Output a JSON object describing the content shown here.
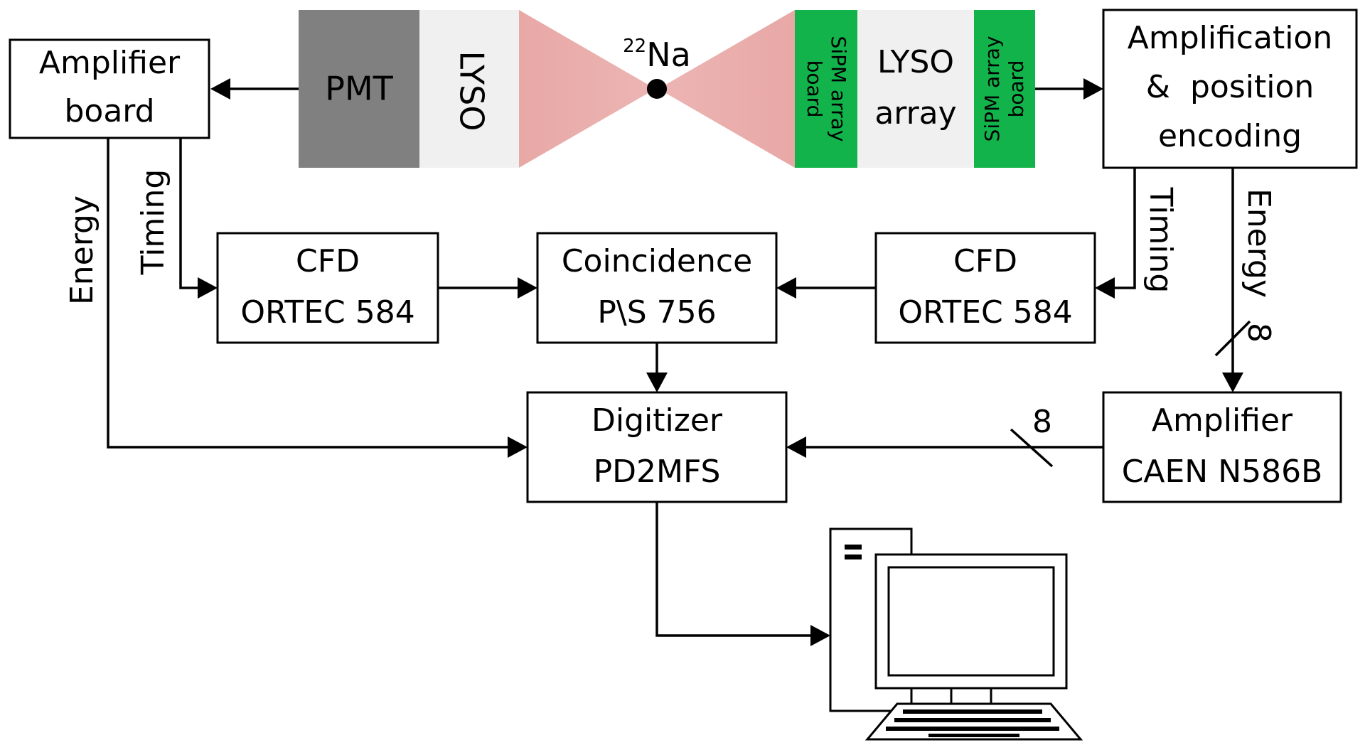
{
  "colors": {
    "pmt": "#808080",
    "lyso": "#f0f0f0",
    "sipm": "#12b34a",
    "cone": "#e8a8a6",
    "line": "#000000"
  },
  "detector": {
    "pmt_label": "PMT",
    "lyso_left_label": "LYSO",
    "source_mass_number": "22",
    "source_element": "Na",
    "sipm_board_label_line1": "SiPM array",
    "sipm_board_label_line2": "board",
    "lyso_array_line1": "LYSO",
    "lyso_array_line2": "array"
  },
  "blocks": {
    "amplifier_board": [
      "Amplifier",
      "board"
    ],
    "amp_position": [
      "Amplification",
      "&  position",
      "encoding"
    ],
    "cfd_left": [
      "CFD",
      "ORTEC 584"
    ],
    "coincidence": [
      "Coincidence",
      "P\\S 756"
    ],
    "cfd_right": [
      "CFD",
      "ORTEC 584"
    ],
    "digitizer": [
      "Digitizer",
      "PD2MFS"
    ],
    "amplifier_caen": [
      "Amplifier",
      "CAEN N586B"
    ]
  },
  "signals": {
    "energy_left": "Energy",
    "timing_left": "Timing",
    "timing_right": "Timing",
    "energy_right": "Energy",
    "bus_count_vertical": "8",
    "bus_count_horizontal": "8"
  },
  "icons": {
    "computer": "desktop-computer-icon"
  }
}
